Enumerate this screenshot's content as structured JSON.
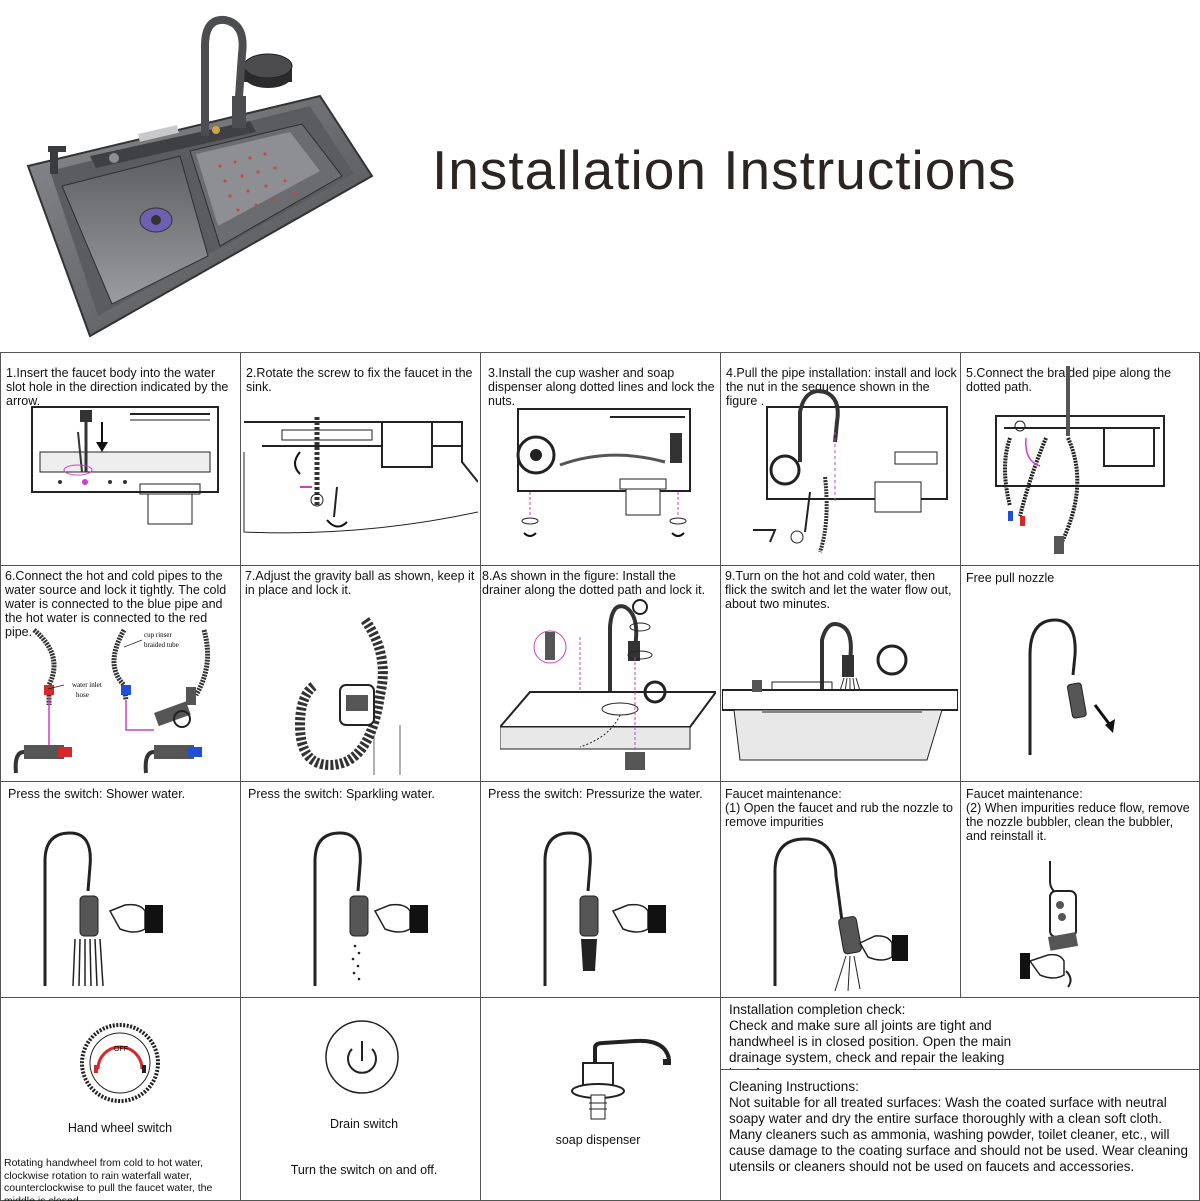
{
  "title": "Installation Instructions",
  "steps": [
    "1.Insert the faucet body into the water slot hole in the direction indicated by the arrow.",
    "2.Rotate the screw to fix the faucet in the sink.",
    "3.Install the cup washer and soap dispenser along dotted lines and lock the nuts.",
    "4.Pull the pipe installation: install and lock the nut in the sequence shown in the figure .",
    "5.Connect the braided pipe along the dotted path.",
    "6.Connect the hot and cold pipes to the water source and lock it tightly. The cold water is connected to the blue pipe and the hot water is connected to the red pipe.",
    "7.Adjust the gravity ball as shown, keep it in place and lock it.",
    "8.As shown in the figure: Install the drainer along the dotted path and lock it.",
    "9.Turn on the hot and cold water, then flick the switch and let the water flow out, about two minutes.",
    "Free pull nozzle"
  ],
  "labels": {
    "cup_rinser": "cup rinser",
    "braided_tube": "braided tube",
    "water_inlet": "water inlet",
    "hose": "hose",
    "off": "OFF"
  },
  "switches": [
    "Press the switch: Shower water.",
    "Press the switch: Sparkling water.",
    "Press the switch: Pressurize the water."
  ],
  "maintenance": [
    {
      "title": "Faucet maintenance:",
      "text": "(1) Open the faucet and rub the nozzle to remove impurities"
    },
    {
      "title": "Faucet maintenance:",
      "text": "(2) When impurities reduce flow, remove the nozzle bubbler, clean the bubbler, and reinstall it."
    }
  ],
  "parts": {
    "hand_wheel": "Hand wheel switch",
    "hand_wheel_note": "Rotating handwheel from cold to hot water, clockwise rotation to rain waterfall water, counterclockwise to pull the faucet water, the middle is closed.",
    "drain": "Drain switch",
    "drain_note": "Turn the switch on and off.",
    "soap": "soap dispenser"
  },
  "completion": {
    "title": "Installation completion check:",
    "text": "Check and make sure all joints are tight and handwheel is in closed position. Open the main drainage system, check and repair the leaking interface."
  },
  "cleaning": {
    "title": "Cleaning Instructions:",
    "text": "Not suitable for all treated surfaces: Wash the coated surface with neutral soapy water and dry the entire surface thoroughly with a clean soft cloth. Many cleaners such as ammonia, washing powder, toilet cleaner, etc., will cause damage to the coating surface and should not be used. Wear cleaning utensils or cleaners should not be used on faucets and accessories."
  },
  "colors": {
    "hot": "#d9262a",
    "cold": "#1f4fd6",
    "accent": "#cc3ecb",
    "line": "#555555"
  }
}
